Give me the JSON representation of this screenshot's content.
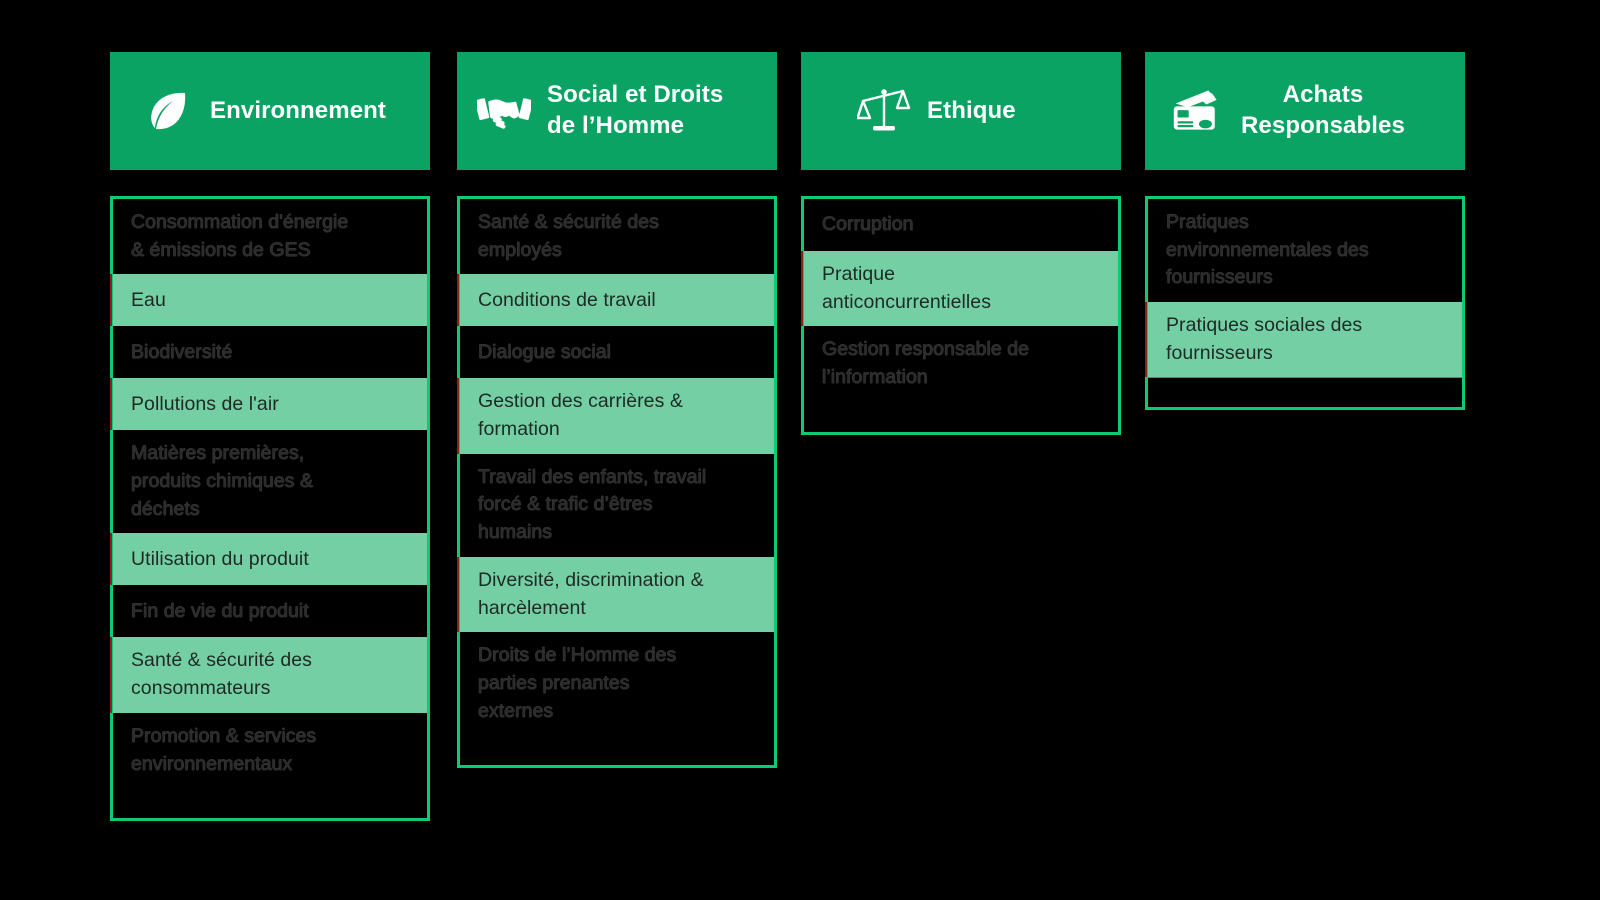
{
  "theme": {
    "background": "#000000",
    "header_green": "#0BA363",
    "border_green": "#0CCB73",
    "highlight_green": "#74CFA4",
    "highlight_text": "#1d2b24",
    "muted_text": "#3a3a3a",
    "accent_red": "#8a2418"
  },
  "pillars": [
    {
      "id": "environnement",
      "title": "Environnement",
      "icon": "leaf-icon",
      "title_align": "left",
      "items": [
        {
          "label": "Consommation d'énergie\n& émissions de GES",
          "highlighted": false
        },
        {
          "label": "Eau",
          "highlighted": true
        },
        {
          "label": "Biodiversité",
          "highlighted": false
        },
        {
          "label": "Pollutions de l'air",
          "highlighted": true
        },
        {
          "label": "Matières premières,\nproduits chimiques &\ndéchets",
          "highlighted": false
        },
        {
          "label": "Utilisation du produit",
          "highlighted": true
        },
        {
          "label": "Fin de vie du produit",
          "highlighted": false
        },
        {
          "label": "Santé & sécurité des\nconsommateurs",
          "highlighted": true
        },
        {
          "label": "Promotion & services\nenvironnementaux",
          "highlighted": false
        }
      ]
    },
    {
      "id": "social-droits-de-l-homme",
      "title": "Social et Droits\nde l’Homme",
      "icon": "handshake-icon",
      "title_align": "left",
      "items": [
        {
          "label": "Santé & sécurité des\nemployés",
          "highlighted": false
        },
        {
          "label": "Conditions de travail",
          "highlighted": true
        },
        {
          "label": "Dialogue social",
          "highlighted": false
        },
        {
          "label": "Gestion des carrières &\nformation",
          "highlighted": true
        },
        {
          "label": "Travail des enfants, travail\nforcé & trafic d’êtres\nhumains",
          "highlighted": false
        },
        {
          "label": "Diversité, discrimination &\nharcèlement",
          "highlighted": true
        },
        {
          "label": "Droits de l’Homme des\nparties prenantes\nexternes",
          "highlighted": false
        }
      ]
    },
    {
      "id": "ethique",
      "title": "Ethique",
      "icon": "scales-icon",
      "title_align": "left",
      "items": [
        {
          "label": "Corruption",
          "highlighted": false
        },
        {
          "label": "Pratique\nanticoncurrentielles",
          "highlighted": true
        },
        {
          "label": "Gestion responsable de\nl’information",
          "highlighted": false
        }
      ]
    },
    {
      "id": "achats-responsables",
      "title": "Achats\nResponsables",
      "icon": "credit-card-icon",
      "title_align": "center",
      "items": [
        {
          "label": "Pratiques\nenvironnementales des\nfournisseurs",
          "highlighted": false
        },
        {
          "label": "Pratiques sociales des\nfournisseurs",
          "highlighted": true
        }
      ]
    }
  ]
}
